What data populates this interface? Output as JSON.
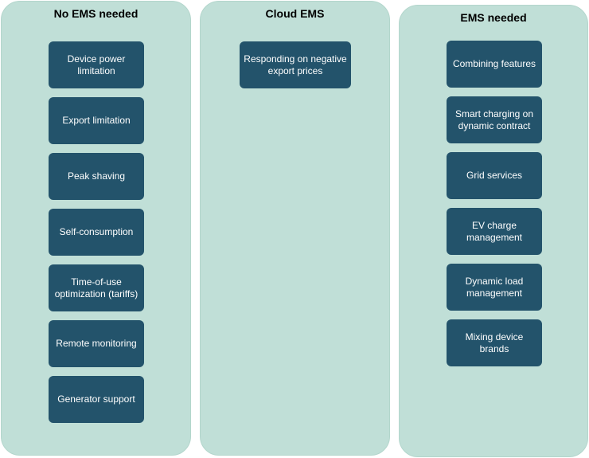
{
  "columns": [
    {
      "title": "No EMS needed",
      "items": [
        "Device power\nlimitation",
        "Export limitation",
        "Peak shaving",
        "Self-consumption",
        "Time-of-use\noptimization (tariffs)",
        "Remote monitoring",
        "Generator support"
      ]
    },
    {
      "title": "Cloud EMS",
      "items": [
        "Responding on negative\nexport prices"
      ]
    },
    {
      "title": "EMS needed",
      "items": [
        "Combining features",
        "Smart charging on\ndynamic contract",
        "Grid services",
        "EV charge\nmanagement",
        "Dynamic load\nmanagement",
        "Mixing device brands"
      ]
    }
  ],
  "colors": {
    "column_bg": "#c0dfd7",
    "item_bg": "#23536b",
    "item_text": "#ffffff",
    "title_text": "#000000"
  }
}
